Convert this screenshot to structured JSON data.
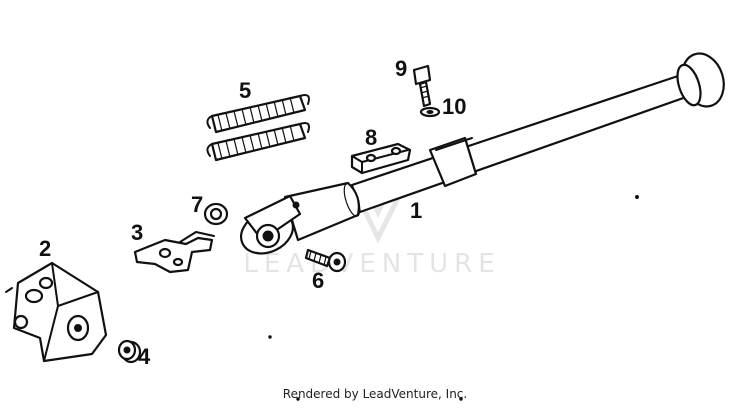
{
  "callouts": [
    {
      "id": "1",
      "label": "1"
    },
    {
      "id": "2",
      "label": "2"
    },
    {
      "id": "3",
      "label": "3"
    },
    {
      "id": "4",
      "label": "4"
    },
    {
      "id": "5",
      "label": "5"
    },
    {
      "id": "6",
      "label": "6"
    },
    {
      "id": "7",
      "label": "7"
    },
    {
      "id": "8",
      "label": "8"
    },
    {
      "id": "9",
      "label": "9"
    },
    {
      "id": "10",
      "label": "10"
    }
  ],
  "watermark": {
    "text": "LEADVENTURE"
  },
  "footer": {
    "text": "Rendered by LeadVenture, Inc."
  },
  "colors": {
    "ink": "#111111",
    "background": "#ffffff",
    "watermark": "#e4e4e4"
  }
}
